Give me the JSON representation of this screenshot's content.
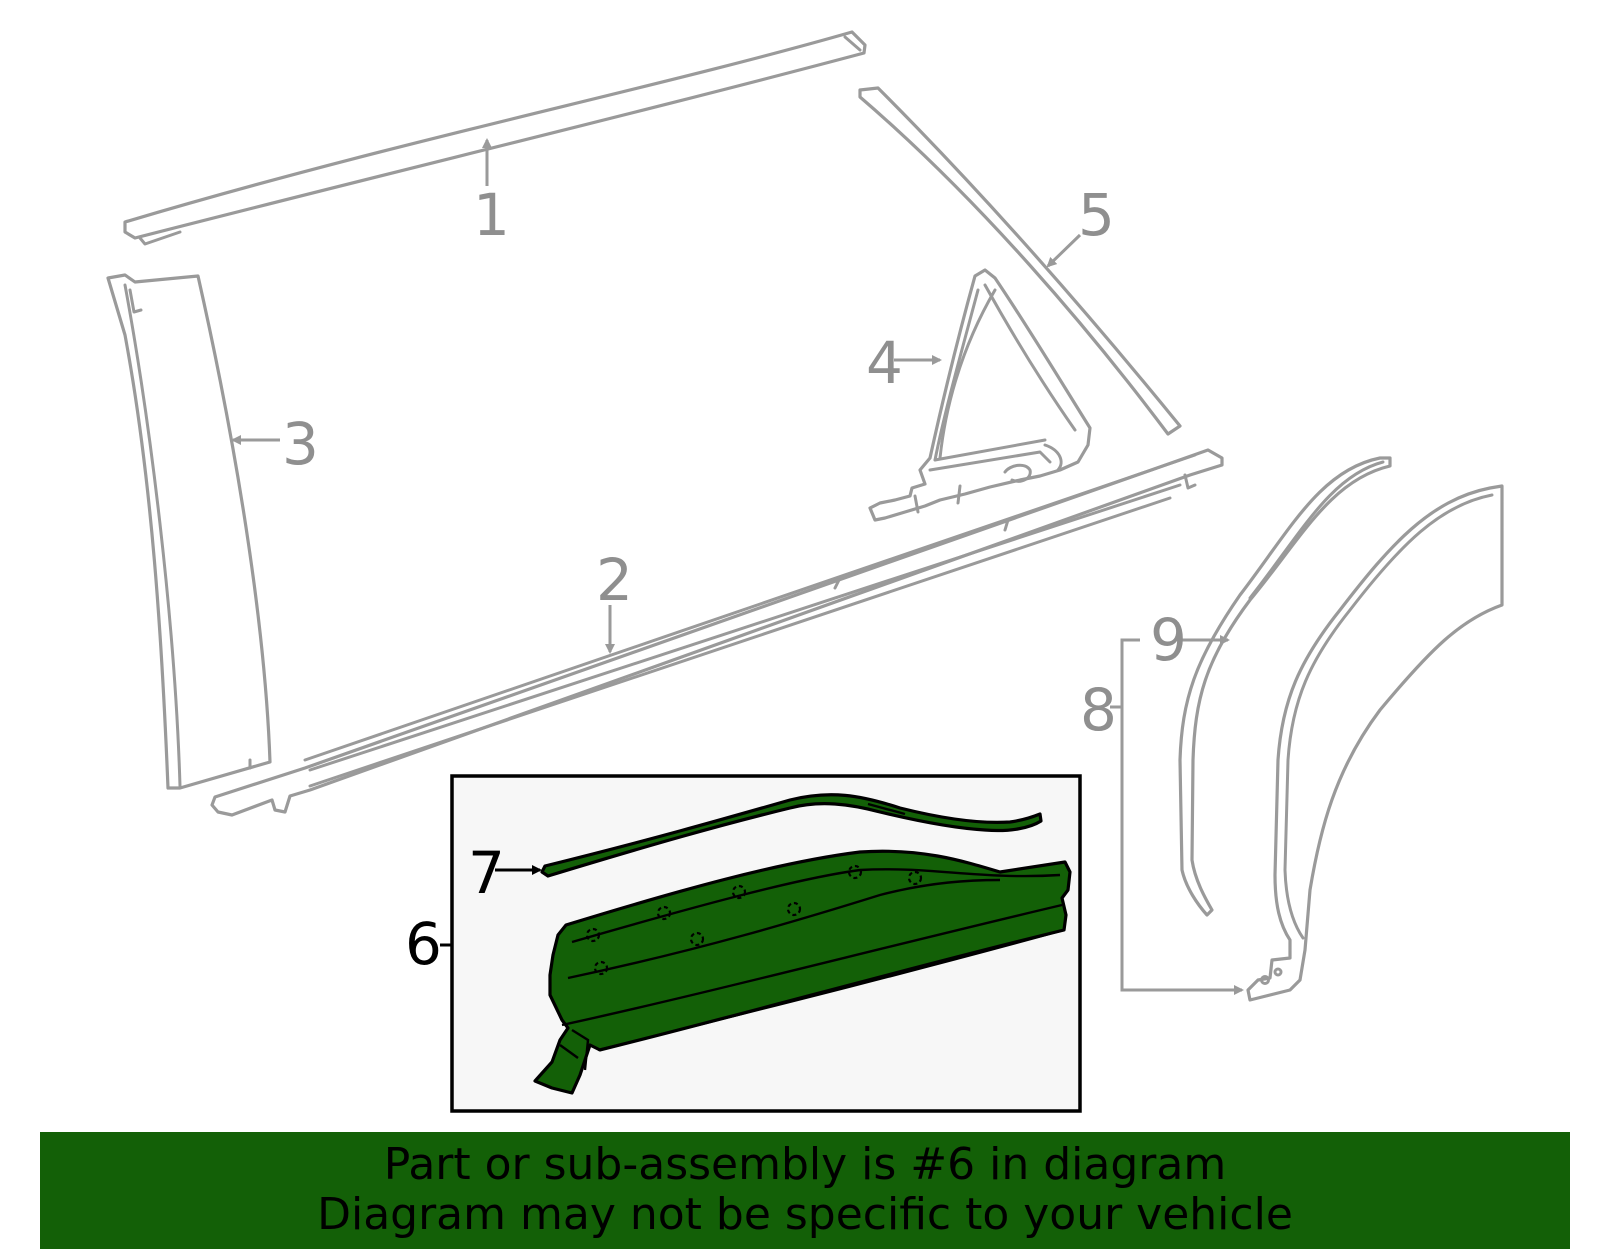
{
  "callouts": {
    "c1": "1",
    "c2": "2",
    "c3": "3",
    "c4": "4",
    "c5": "5",
    "c6": "6",
    "c7": "7",
    "c8": "8",
    "c9": "9"
  },
  "banner": {
    "line1": "Part or sub-assembly is #6 in diagram",
    "line2": "Diagram may not be specific to your vehicle"
  },
  "colors": {
    "highlight_green": "#136007",
    "part_outline": "#9a9a9a",
    "inset_background": "#f7f7f7"
  }
}
